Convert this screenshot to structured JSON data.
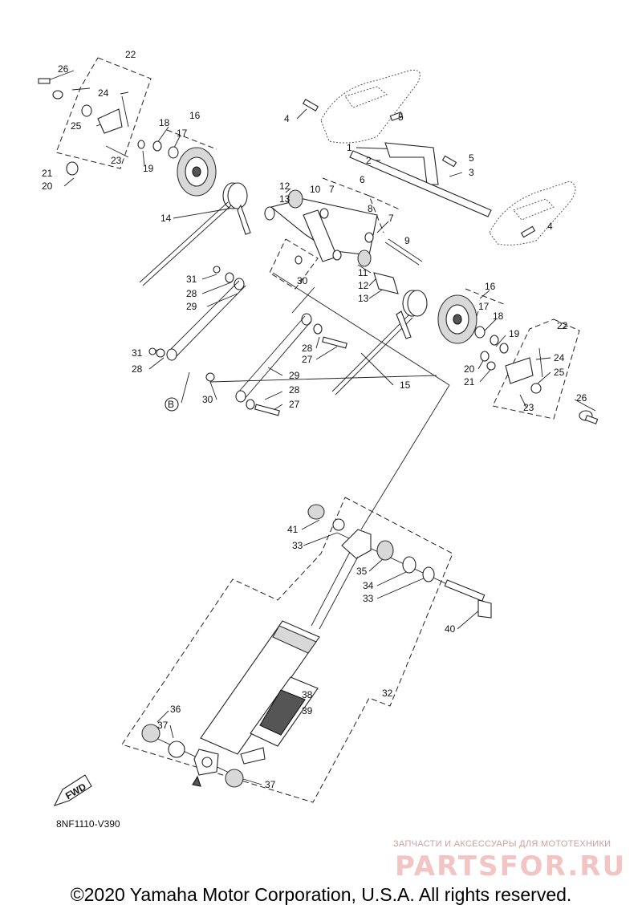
{
  "callouts": {
    "c1": "1",
    "c2": "2",
    "c3": "3",
    "c4a": "4",
    "c4b": "4",
    "c5a": "5",
    "c5b": "5",
    "c6": "6",
    "c7a": "7",
    "c7b": "7",
    "c8": "8",
    "c9": "9",
    "c10": "10",
    "c11": "11",
    "c12a": "12",
    "c12b": "12",
    "c13a": "13",
    "c13b": "13",
    "c14": "14",
    "c15": "15",
    "c16a": "16",
    "c16b": "16",
    "c17a": "17",
    "c17b": "17",
    "c18a": "18",
    "c18b": "18",
    "c19a": "19",
    "c19b": "19",
    "c20a": "20",
    "c20b": "20",
    "c21a": "21",
    "c21b": "21",
    "c22a": "22",
    "c22b": "22",
    "c23a": "23",
    "c23b": "23",
    "c24a": "24",
    "c24b": "24",
    "c25a": "25",
    "c25b": "25",
    "c26a": "26",
    "c26b": "26",
    "c27a": "27",
    "c27b": "27",
    "c28a": "28",
    "c28b": "28",
    "c28c": "28",
    "c28d": "28",
    "c29a": "29",
    "c29b": "29",
    "c30a": "30",
    "c30b": "30",
    "c31a": "31",
    "c31b": "31",
    "c32": "32",
    "c33a": "33",
    "c33b": "33",
    "c34": "34",
    "c35": "35",
    "c36": "36",
    "c37a": "37",
    "c37b": "37",
    "c38": "38",
    "c39": "39",
    "c40": "40",
    "c41": "41",
    "ref_b": "B"
  },
  "fwd_label": "FWD",
  "diagram_code": "8NF1110-V390",
  "watermark": {
    "tagline": "ЗАПЧАСТИ И АКСЕССУАРЫ ДЛЯ МОТОТЕХНИКИ",
    "brand": "PARTSFOR.RU"
  },
  "copyright": "©2020 Yamaha Motor Corporation, U.S.A. All rights reserved."
}
